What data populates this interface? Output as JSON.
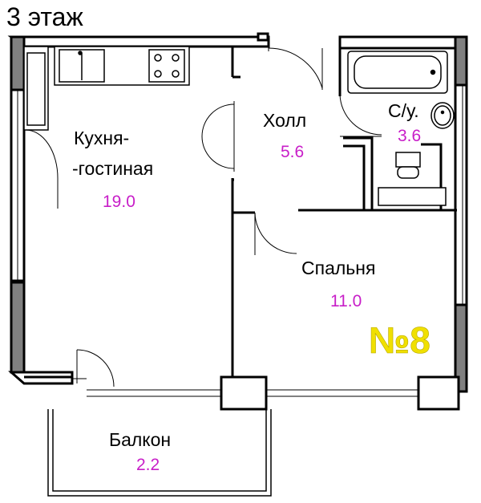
{
  "floor_label": "3 этаж",
  "apartment_number": "№8",
  "colors": {
    "wall": "#000000",
    "wall_fill": "#808080",
    "area_text": "#c81ec8",
    "apartment_number": "#f0e000",
    "room_text": "#000000"
  },
  "rooms": [
    {
      "id": "living",
      "name_line1": "Кухня-",
      "name_line2": "-гостиная",
      "area": "19.0"
    },
    {
      "id": "hall",
      "name": "Холл",
      "area": "5.6"
    },
    {
      "id": "bathroom",
      "name": "С/у.",
      "area": "3.6"
    },
    {
      "id": "bedroom",
      "name": "Спальня",
      "area": "11.0"
    },
    {
      "id": "balcony",
      "name": "Балкон",
      "area": "2.2"
    }
  ]
}
